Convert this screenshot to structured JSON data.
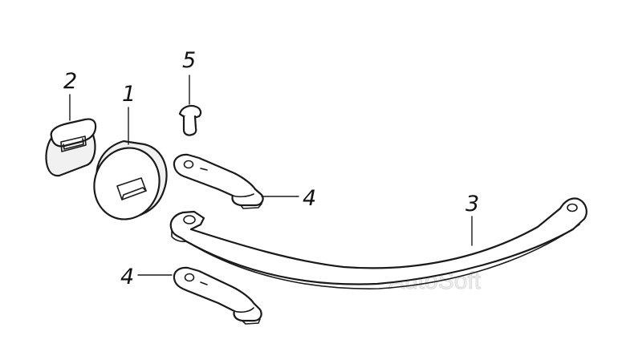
{
  "callouts": {
    "part_1": "1",
    "part_2": "2",
    "part_3": "3",
    "part_4_upper": "4",
    "part_4_lower": "4",
    "part_5": "5"
  },
  "watermark": "AutoSoft",
  "colors": {
    "line": "#1a1a1a",
    "background": "#ffffff",
    "watermark": "#d6d6d6"
  }
}
